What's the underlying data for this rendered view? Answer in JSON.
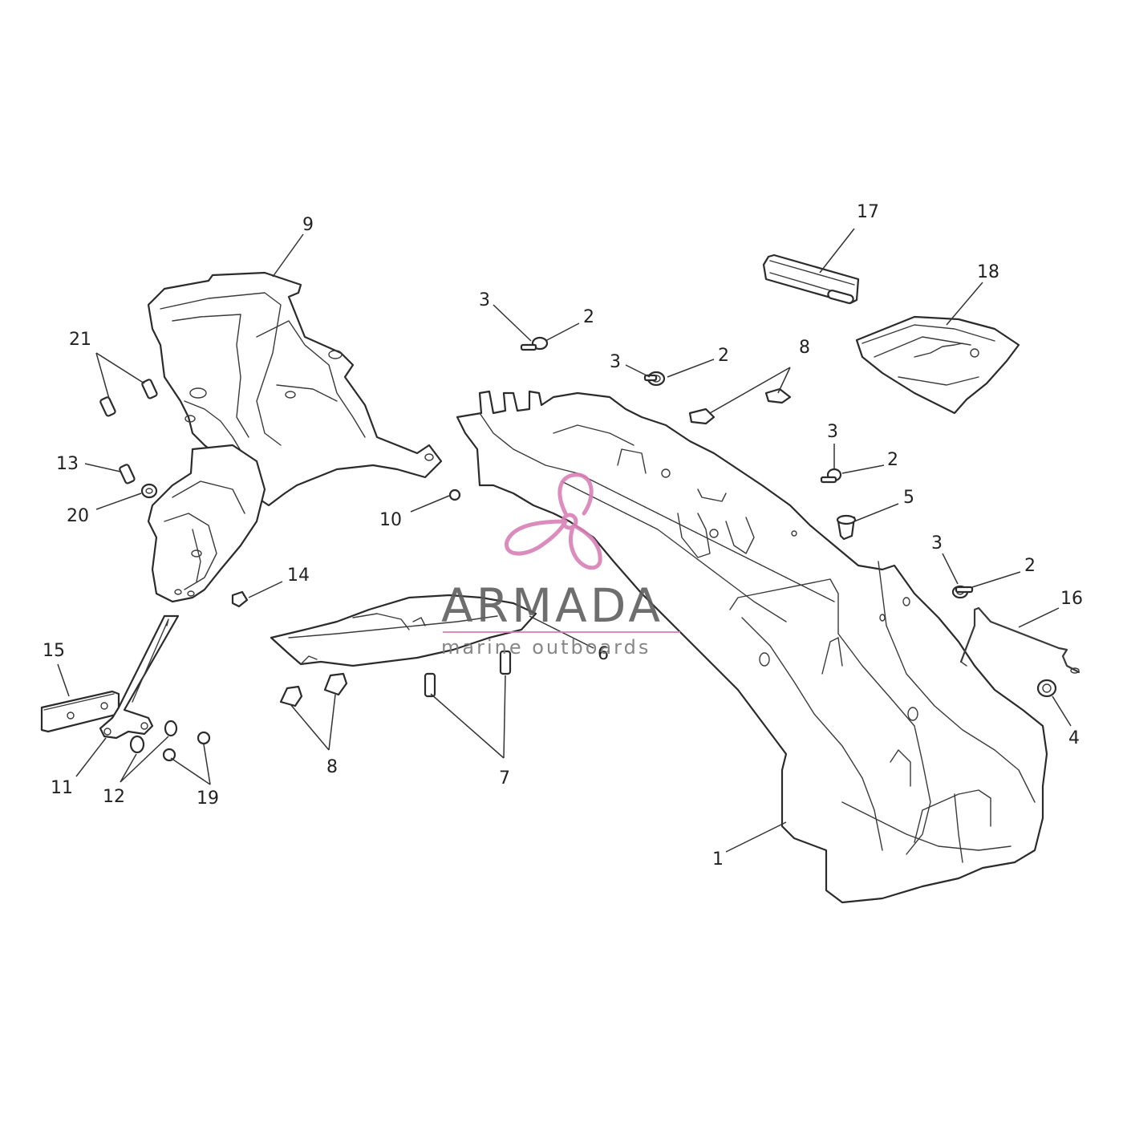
{
  "watermark": {
    "brand": "ARMADA",
    "tagline": "marine outboards",
    "logo_icon": "propeller-logo-icon",
    "logo_color": "#d97fb6"
  },
  "callouts": [
    {
      "id": "c1",
      "label": "1"
    },
    {
      "id": "c2a",
      "label": "2"
    },
    {
      "id": "c2b",
      "label": "2"
    },
    {
      "id": "c2c",
      "label": "2"
    },
    {
      "id": "c2d",
      "label": "2"
    },
    {
      "id": "c3a",
      "label": "3"
    },
    {
      "id": "c3b",
      "label": "3"
    },
    {
      "id": "c3c",
      "label": "3"
    },
    {
      "id": "c3d",
      "label": "3"
    },
    {
      "id": "c4",
      "label": "4"
    },
    {
      "id": "c5",
      "label": "5"
    },
    {
      "id": "c6",
      "label": "6"
    },
    {
      "id": "c7",
      "label": "7"
    },
    {
      "id": "c8a",
      "label": "8"
    },
    {
      "id": "c8b",
      "label": "8"
    },
    {
      "id": "c9",
      "label": "9"
    },
    {
      "id": "c10",
      "label": "10"
    },
    {
      "id": "c11",
      "label": "11"
    },
    {
      "id": "c12",
      "label": "12"
    },
    {
      "id": "c13",
      "label": "13"
    },
    {
      "id": "c14",
      "label": "14"
    },
    {
      "id": "c15",
      "label": "15"
    },
    {
      "id": "c16",
      "label": "16"
    },
    {
      "id": "c17",
      "label": "17"
    },
    {
      "id": "c18",
      "label": "18"
    },
    {
      "id": "c19",
      "label": "19"
    },
    {
      "id": "c20",
      "label": "20"
    },
    {
      "id": "c21",
      "label": "21"
    }
  ]
}
